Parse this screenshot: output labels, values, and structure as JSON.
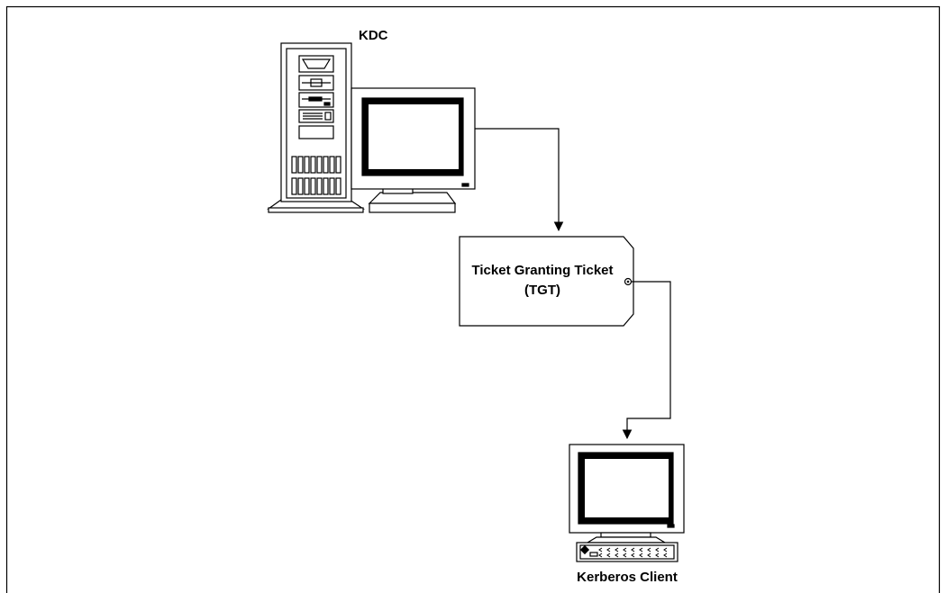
{
  "nodes": {
    "kdc": {
      "label": "KDC",
      "icon": "server-tower-with-monitor-icon"
    },
    "tgt": {
      "line1": "Ticket Granting Ticket",
      "line2": "(TGT)",
      "icon": "ticket-icon"
    },
    "client": {
      "label": "Kerberos Client",
      "icon": "workstation-with-keyboard-icon"
    }
  },
  "edges": [
    {
      "from": "KDC",
      "to": "Ticket Granting Ticket (TGT)"
    },
    {
      "from": "Ticket Granting Ticket (TGT)",
      "to": "Kerberos Client"
    }
  ],
  "colors": {
    "line": "#000000",
    "background": "#ffffff"
  }
}
